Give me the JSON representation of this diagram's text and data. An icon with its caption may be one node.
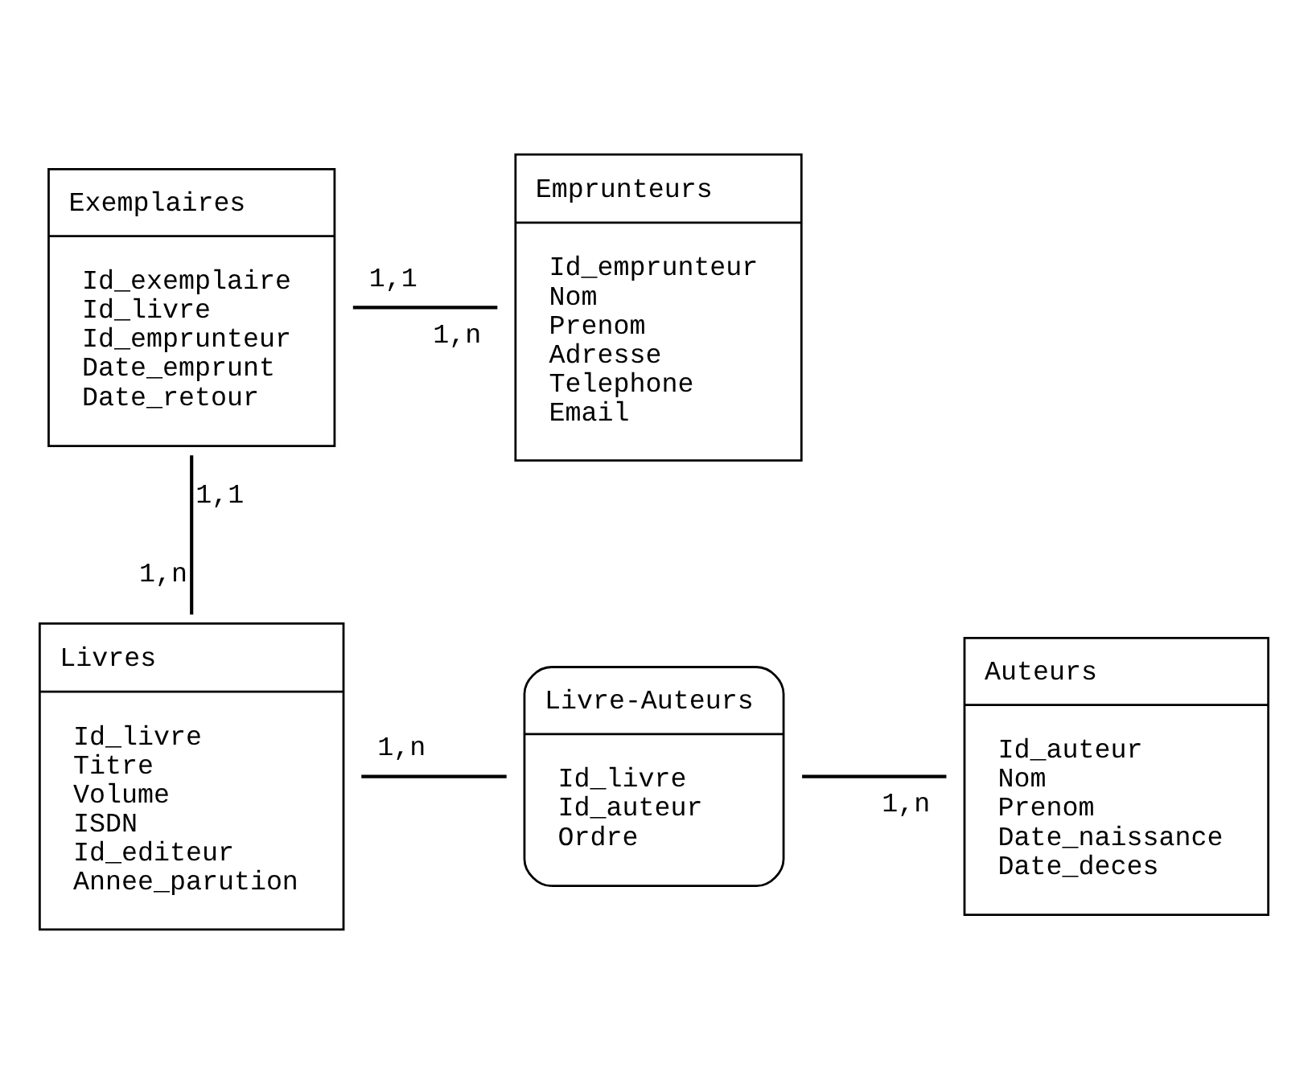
{
  "diagram": {
    "nodes": [
      {
        "text": [
          "Exemplaires",
          "Id_exemplaire",
          "Id_livre",
          "Id_emprunteur",
          "Date_emprunt",
          "Date_retour"
        ]
      },
      {
        "text": [
          "Emprunteurs",
          "Id_emprunteur",
          "Nom",
          "Prenom",
          "Adresse",
          "Telephone",
          "Email"
        ]
      },
      {
        "text": [
          "Livres",
          "Id_livre",
          "Titre",
          "Volume",
          "ISDN",
          "Id_editeur",
          "Annee_parution"
        ]
      },
      {
        "text": [
          "Livre-Auteurs",
          "Id_livre",
          "Id_auteur",
          "Ordre"
        ]
      },
      {
        "text": [
          "Auteurs",
          "Id_auteur",
          "Nom",
          "Prenom",
          "Date_naissance",
          "Date_deces"
        ]
      }
    ],
    "edges": [
      {
        "from": 0,
        "to": 1,
        "arrow": "none"
      },
      {
        "from": 0,
        "to": 2,
        "arrow": "none"
      },
      {
        "from": 2,
        "to": 3,
        "arrow": "none"
      },
      {
        "from": 3,
        "to": 4,
        "arrow": "none"
      }
    ],
    "labels": [
      "1,1",
      "1,n",
      "1,1",
      "1,n",
      "1,n",
      "1,n"
    ]
  }
}
